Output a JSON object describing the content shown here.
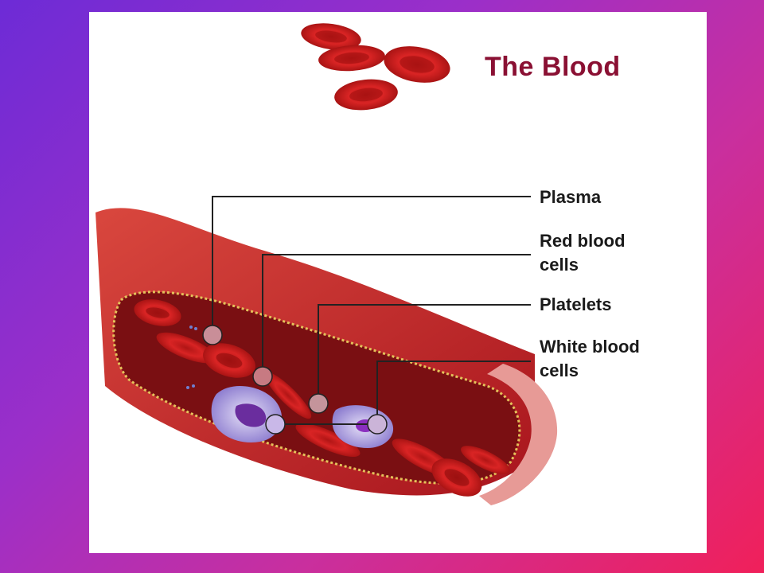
{
  "title": "The Blood",
  "labels": {
    "plasma": "Plasma",
    "red_blood_cells": "Red blood\ncells",
    "platelets": "Platelets",
    "white_blood_cells": "White blood\ncells"
  },
  "colors": {
    "title": "#8a1033",
    "vessel": "#c8262b",
    "cell": "#d41e1e",
    "leader_line": "#222222",
    "marker_fill": "#c98e98"
  }
}
